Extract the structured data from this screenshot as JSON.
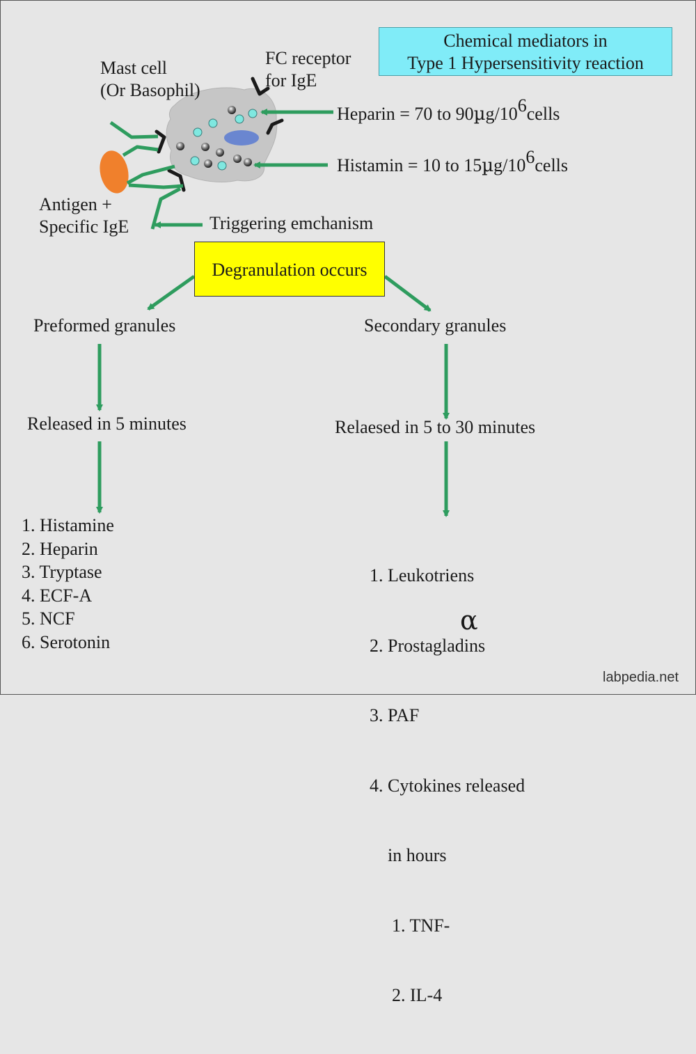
{
  "title": {
    "line1": "Chemical mediators in",
    "line2": "Type 1 Hypersensitivity reaction"
  },
  "labels": {
    "mast_cell_line1": "Mast cell",
    "mast_cell_line2": "(Or Basophil)",
    "fc_receptor_line1": "FC receptor",
    "fc_receptor_line2": "for IgE",
    "antigen_line1": "Antigen +",
    "antigen_line2": "Specific IgE",
    "triggering": "Triggering emchanism"
  },
  "heparin": {
    "label": "Heparin = 70 to 90",
    "unit_mu": "µ",
    "unit_rest": "g/10",
    "exp": "6",
    "cells": "cells"
  },
  "histamin": {
    "label": "Histamin = 10 to 15",
    "unit_mu": "µ",
    "unit_rest": "g/10",
    "exp": "6",
    "cells": "cells"
  },
  "degranulation": "Degranulation occurs",
  "left_branch": {
    "title": "Preformed granules",
    "released": "Released in 5 minutes",
    "items": [
      "1. Histamine",
      "2. Heparin",
      "3. Tryptase",
      "4. ECF-A",
      "5. NCF",
      "6. Serotonin"
    ]
  },
  "right_branch": {
    "title": "Secondary granules",
    "released": "Relaesed in 5 to 30 minutes",
    "items": [
      "1. Leukotriens",
      "2. Prostagladins",
      "3. PAF",
      "4. Cytokines  released",
      "    in hours"
    ],
    "alpha": "α",
    "subitems": [
      "1. TNF-",
      "2. IL-4"
    ]
  },
  "credit": "labpedia.net",
  "colors": {
    "arrow": "#2e9c5e",
    "cell": "#c6c6c6",
    "antigen": "#f0802c",
    "nucleus": "#6a86d0",
    "granule_cyan": "#7fe8e0",
    "title_bg": "#80ecf8",
    "yellow": "#ffff00"
  }
}
